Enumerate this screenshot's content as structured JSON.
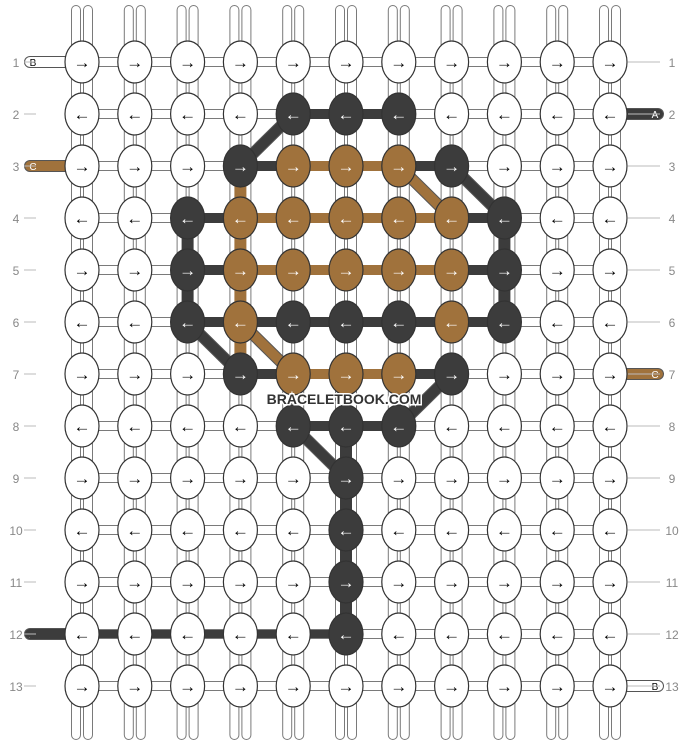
{
  "watermark": "BRACELETBOOK.COM",
  "colors": {
    "A": "#3c3c3c",
    "B": "#ffffff",
    "C": "#a0723c"
  },
  "strand_labels": {
    "A": "A",
    "B": "B",
    "C": "C"
  },
  "row_labels": [
    "1",
    "2",
    "3",
    "4",
    "5",
    "6",
    "7",
    "8",
    "9",
    "10",
    "11",
    "12",
    "13"
  ],
  "grid": {
    "columns": 11,
    "rows": [
      {
        "dir": "right",
        "colors": [
          "B",
          "B",
          "B",
          "B",
          "B",
          "B",
          "B",
          "B",
          "B",
          "B",
          "B"
        ]
      },
      {
        "dir": "left",
        "colors": [
          "B",
          "B",
          "B",
          "B",
          "A",
          "A",
          "A",
          "B",
          "B",
          "B",
          "B"
        ]
      },
      {
        "dir": "right",
        "colors": [
          "B",
          "B",
          "B",
          "A",
          "C",
          "C",
          "C",
          "A",
          "B",
          "B",
          "B"
        ]
      },
      {
        "dir": "left",
        "colors": [
          "B",
          "B",
          "A",
          "C",
          "C",
          "C",
          "C",
          "C",
          "A",
          "B",
          "B"
        ]
      },
      {
        "dir": "right",
        "colors": [
          "B",
          "B",
          "A",
          "C",
          "C",
          "C",
          "C",
          "C",
          "A",
          "B",
          "B"
        ]
      },
      {
        "dir": "left",
        "colors": [
          "B",
          "B",
          "A",
          "C",
          "A",
          "A",
          "A",
          "C",
          "A",
          "B",
          "B"
        ]
      },
      {
        "dir": "right",
        "colors": [
          "B",
          "B",
          "B",
          "A",
          "C",
          "C",
          "C",
          "A",
          "B",
          "B",
          "B"
        ]
      },
      {
        "dir": "left",
        "colors": [
          "B",
          "B",
          "B",
          "B",
          "A",
          "A",
          "A",
          "B",
          "B",
          "B",
          "B"
        ]
      },
      {
        "dir": "right",
        "colors": [
          "B",
          "B",
          "B",
          "B",
          "B",
          "A",
          "B",
          "B",
          "B",
          "B",
          "B"
        ]
      },
      {
        "dir": "left",
        "colors": [
          "B",
          "B",
          "B",
          "B",
          "B",
          "A",
          "B",
          "B",
          "B",
          "B",
          "B"
        ]
      },
      {
        "dir": "right",
        "colors": [
          "B",
          "B",
          "B",
          "B",
          "B",
          "A",
          "B",
          "B",
          "B",
          "B",
          "B"
        ]
      },
      {
        "dir": "left",
        "colors": [
          "B",
          "B",
          "B",
          "B",
          "B",
          "A",
          "B",
          "B",
          "B",
          "B",
          "B"
        ]
      },
      {
        "dir": "right",
        "colors": [
          "B",
          "B",
          "B",
          "B",
          "B",
          "B",
          "B",
          "B",
          "B",
          "B",
          "B"
        ]
      }
    ]
  },
  "entry_strands": [
    {
      "row": 1,
      "side": "left",
      "strand": "B"
    },
    {
      "row": 3,
      "side": "left",
      "strand": "C"
    },
    {
      "row": 12,
      "side": "left",
      "strand": "A"
    },
    {
      "row": 2,
      "side": "right",
      "strand": "A"
    },
    {
      "row": 7,
      "side": "right",
      "strand": "C"
    },
    {
      "row": 13,
      "side": "right",
      "strand": "B"
    }
  ],
  "diagonal_links": [
    {
      "from": [
        2,
        5
      ],
      "to": [
        3,
        4
      ],
      "color": "A"
    },
    {
      "from": [
        3,
        8
      ],
      "to": [
        4,
        9
      ],
      "color": "A"
    },
    {
      "from": [
        3,
        7
      ],
      "to": [
        4,
        8
      ],
      "color": "C"
    },
    {
      "from": [
        6,
        3
      ],
      "to": [
        7,
        4
      ],
      "color": "A"
    },
    {
      "from": [
        6,
        4
      ],
      "to": [
        7,
        5
      ],
      "color": "C"
    },
    {
      "from": [
        7,
        8
      ],
      "to": [
        8,
        7
      ],
      "color": "A"
    },
    {
      "from": [
        8,
        5
      ],
      "to": [
        9,
        6
      ],
      "color": "A"
    }
  ],
  "vertical_links": [
    {
      "col": 3,
      "from": 4,
      "to": 6,
      "color": "A"
    },
    {
      "col": 4,
      "from": 3,
      "to": 7,
      "color": "C"
    },
    {
      "col": 9,
      "from": 4,
      "to": 6,
      "color": "A"
    },
    {
      "col": 6,
      "from": 8,
      "to": 12,
      "color": "A"
    }
  ],
  "symbols": {
    "right": "→",
    "left": "←"
  }
}
